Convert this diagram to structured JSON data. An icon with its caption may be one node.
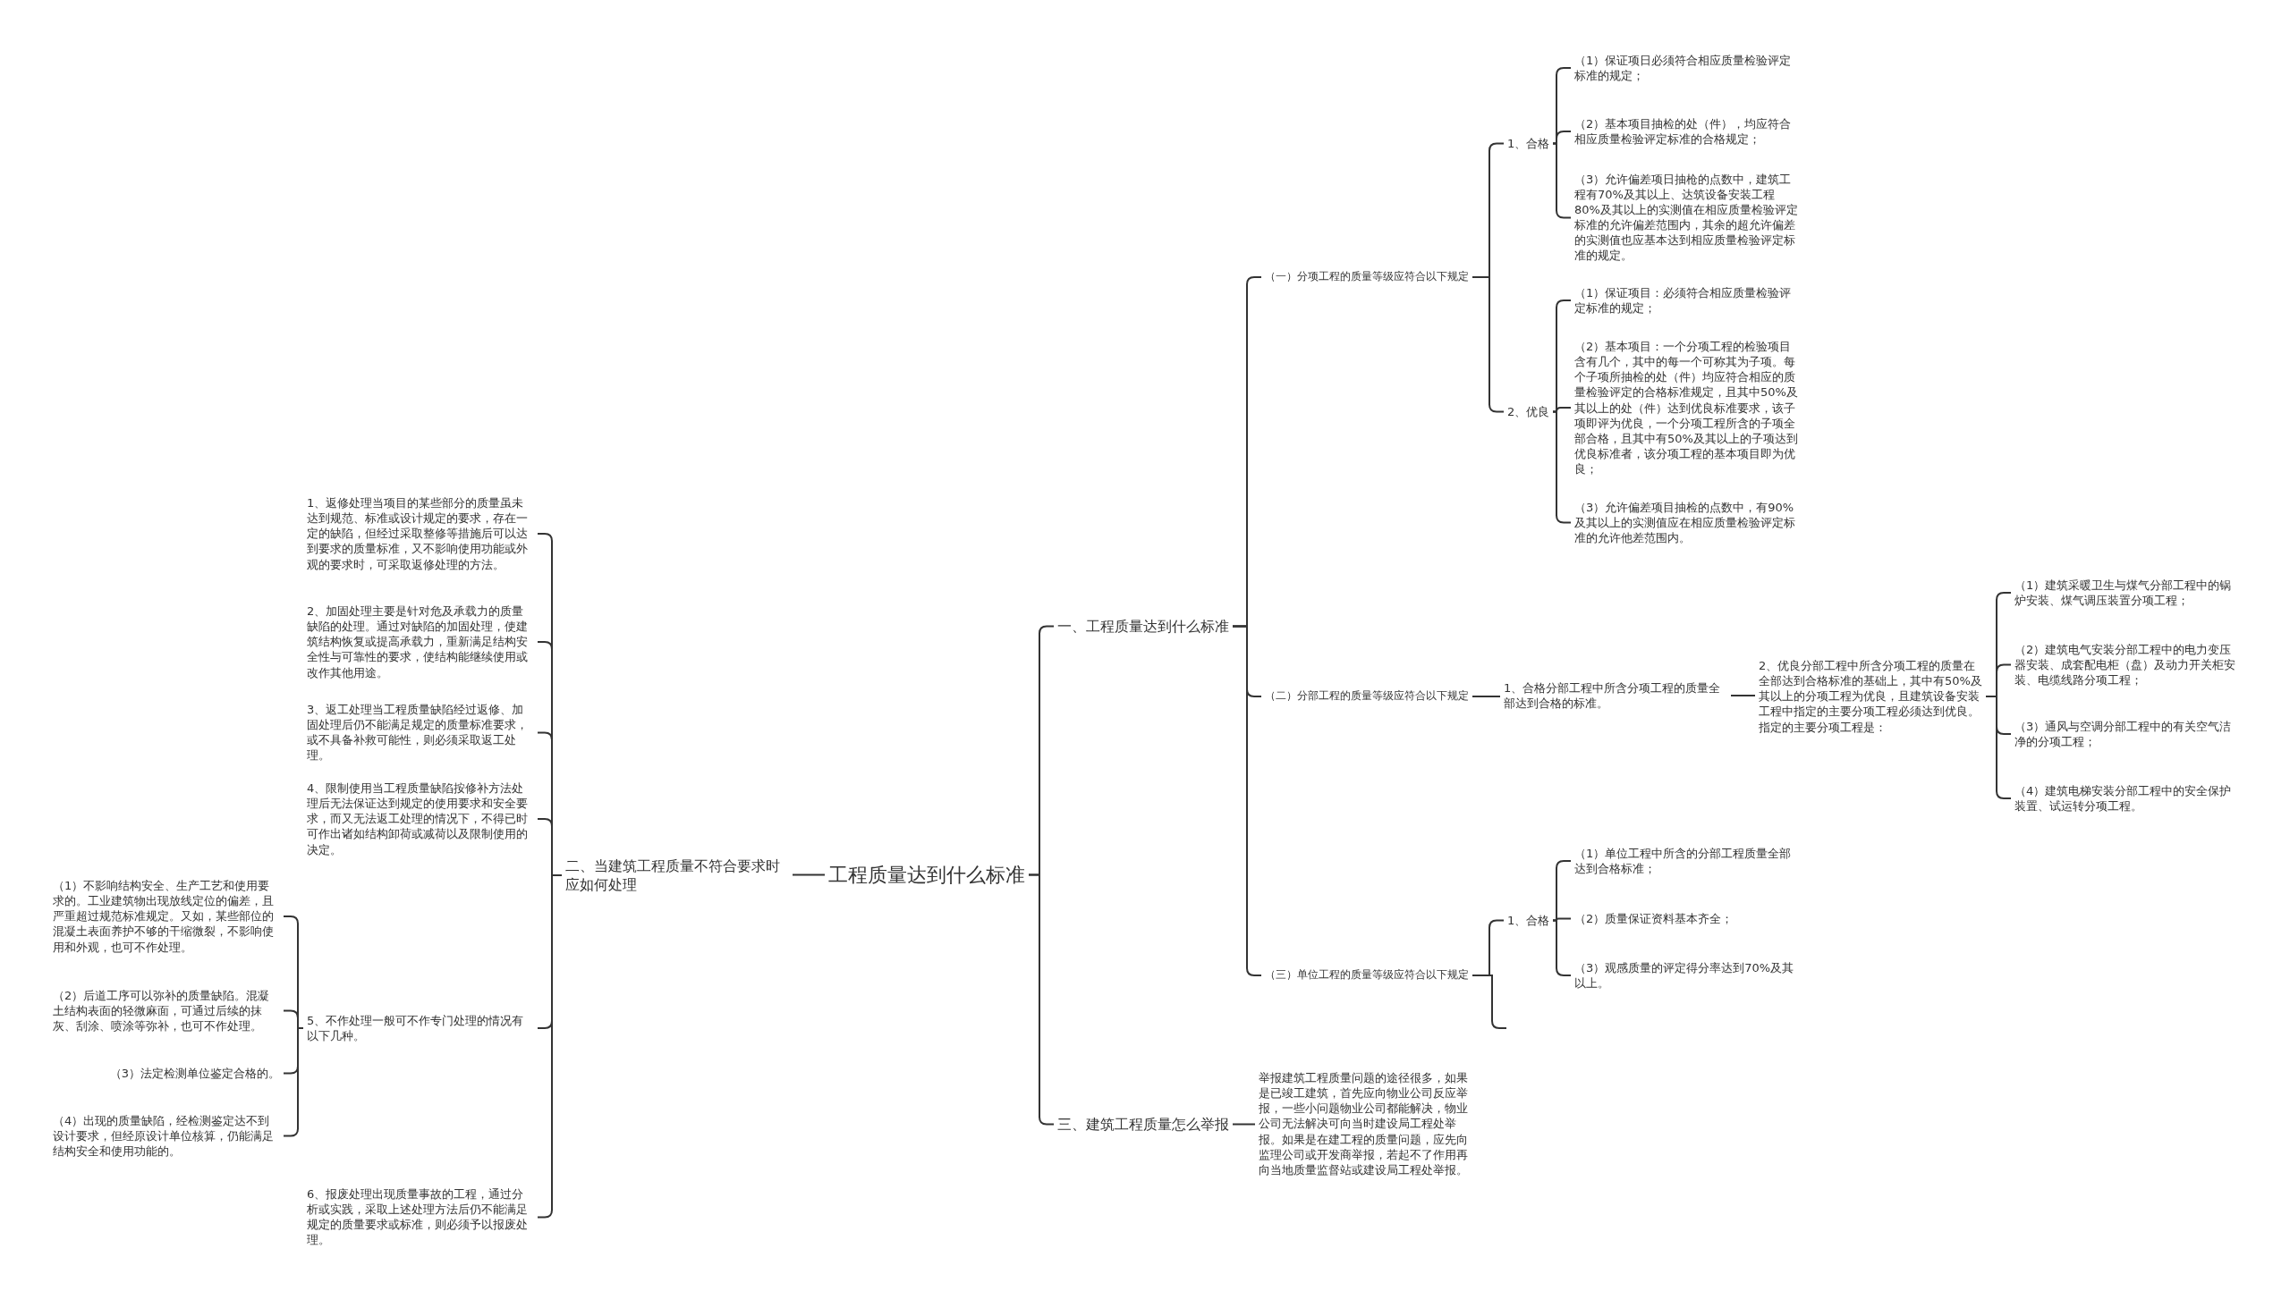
{
  "diagram": {
    "nodes": [
      {
        "text": [
          "工程质量达到什么标准"
        ]
      },
      {
        "text": [
          "一、工程质量达到什么标准"
        ]
      },
      {
        "text": [
          "（一）分项工程的质量等级应符合以下规定"
        ]
      },
      {
        "text": [
          "1、合格"
        ]
      },
      {
        "text": [
          "（1）保证项日必须符合相应质量检验评定标准的规定；"
        ]
      },
      {
        "text": [
          "（2）基本项目抽检的处（件），均应符合相应质量检验评定标准的合格规定；"
        ]
      },
      {
        "text": [
          "（3）允许偏差项日抽枪的点数中，建筑工程有70%及其以上、达筑设备安装工程80%及其以上的实测值在相应质量检验评定标准的允许偏差范围内，其余的超允许偏差的实测值也应基本达到相应质量检验评定标准的规定。"
        ]
      },
      {
        "text": [
          "2、优良"
        ]
      },
      {
        "text": [
          "（1）保证项目：必须符合相应质量检验评定标准的规定；"
        ]
      },
      {
        "text": [
          "（2）基本项目：一个分项工程的检验项目含有几个，其中的每一个可称其为子项。每个子项所抽检的处（件）均应符合相应的质量检验评定的合格标准规定，且其中50%及其以上的处（件）达到优良标准要求，该子项即评为优良，一个分项工程所含的子项全部合格，且其中有50%及其以上的子项达到优良标准者，该分项工程的基本项目即为优良；"
        ]
      },
      {
        "text": [
          "（3）允许偏差项目抽检的点数中，有90%及其以上的实测值应在相应质量检验评定标准的允许他差范围内。"
        ]
      },
      {
        "text": [
          "（二）分部工程的质量等级应符合以下规定"
        ]
      },
      {
        "text": [
          "1、合格分部工程中所含分项工程的质量全部达到合格的标准。"
        ]
      },
      {
        "text": [
          "2、优良分部工程中所含分项工程的质量在全部达到合格标准的基础上，其中有50%及其以上的分项工程为优良，且建筑设备安装工程中指定的主要分项工程必须达到优良。指定的主要分项工程是："
        ]
      },
      {
        "text": [
          "（1）建筑采暖卫生与煤气分部工程中的锅炉安装、煤气调压装置分项工程；"
        ]
      },
      {
        "text": [
          "（2）建筑电气安装分部工程中的电力变压器安装、成套配电柜（盘）及动力开关柜安装、电缆线路分项工程；"
        ]
      },
      {
        "text": [
          "（3）通风与空调分部工程中的有关空气洁净的分项工程；"
        ]
      },
      {
        "text": [
          "（4）建筑电梯安装分部工程中的安全保护装置、试运转分项工程。"
        ]
      },
      {
        "text": [
          "（三）单位工程的质量等级应符合以下规定"
        ]
      },
      {
        "text": [
          "1、合格"
        ]
      },
      {
        "text": [
          "（1）单位工程中所含的分部工程质量全部达到合格标准；"
        ]
      },
      {
        "text": [
          "（2）质量保证资料基本齐全；"
        ]
      },
      {
        "text": [
          "（3）观感质量的评定得分率达到70%及其以上。"
        ]
      },
      {
        "text": [
          "三、建筑工程质量怎么举报"
        ]
      },
      {
        "text": [
          "举报建筑工程质量问题的途径很多，如果是已竣工建筑，首先应向物业公司反应举报，一些小问题物业公司都能解决，物业公司无法解决可向当时建设局工程处举报。如果是在建工程的质量问题，应先向监理公司或开发商举报，若起不了作用再向当地质量监督站或建设局工程处举报。"
        ]
      },
      {
        "text": [
          "二、当建筑工程质量不符合要求时应如何处理"
        ]
      },
      {
        "text": [
          "1、返修处理当项目的某些部分的质量虽未达到规范、标准或设计规定的要求，存在一定的缺陷，但经过采取整修等措施后可以达到要求的质量标准，又不影响使用功能或外观的要求时，可采取返修处理的方法。"
        ]
      },
      {
        "text": [
          "2、加固处理主要是针对危及承载力的质量缺陷的处理。通过对缺陷的加固处理，使建筑结构恢复或提高承载力，重新满足结构安全性与可靠性的要求，使结构能继续使用或改作其他用途。"
        ]
      },
      {
        "text": [
          "3、返工处理当工程质量缺陷经过返修、加固处理后仍不能满足规定的质量标准要求，或不具备补救可能性，则必须采取返工处理。"
        ]
      },
      {
        "text": [
          "4、限制使用当工程质量缺陷按修补方法处理后无法保证达到规定的使用要求和安全要求，而又无法返工处理的情况下，不得已时可作出诸如结构卸荷或减荷以及限制使用的决定。"
        ]
      },
      {
        "text": [
          "5、不作处理一般可不作专门处理的情况有以下几种。"
        ]
      },
      {
        "text": [
          "（1）不影响结构安全、生产工艺和使用要求的。工业建筑物出现放线定位的偏差，且严重超过规范标准规定。又如，某些部位的混凝土表面养护不够的干缩微裂，不影响使用和外观，也可不作处理。"
        ]
      },
      {
        "text": [
          "（2）后道工序可以弥补的质量缺陷。混凝土结构表面的轻微麻面，可通过后续的抹灰、刮涂、喷涂等弥补，也可不作处理。"
        ]
      },
      {
        "text": [
          "（3）法定检测单位鉴定合格的。"
        ]
      },
      {
        "text": [
          "（4）出现的质量缺陷，经检测鉴定达不到设计要求，但经原设计单位核算，仍能满足结构安全和使用功能的。"
        ]
      },
      {
        "text": [
          "6、报废处理出现质量事故的工程，通过分析或实践，采取上述处理方法后仍不能满足规定的质量要求或标准，则必须予以报废处理。"
        ]
      }
    ],
    "edges": [
      {
        "from": 0,
        "to": 1,
        "arrow": "none"
      },
      {
        "from": 0,
        "to": 23,
        "arrow": "none"
      },
      {
        "from": 0,
        "to": 25,
        "arrow": "none"
      },
      {
        "from": 1,
        "to": 2,
        "arrow": "none"
      },
      {
        "from": 1,
        "to": 11,
        "arrow": "none"
      },
      {
        "from": 1,
        "to": 18,
        "arrow": "none"
      },
      {
        "from": 2,
        "to": 3,
        "arrow": "none"
      },
      {
        "from": 2,
        "to": 7,
        "arrow": "none"
      },
      {
        "from": 3,
        "to": 4,
        "arrow": "none"
      },
      {
        "from": 3,
        "to": 5,
        "arrow": "none"
      },
      {
        "from": 3,
        "to": 6,
        "arrow": "none"
      },
      {
        "from": 7,
        "to": 8,
        "arrow": "none"
      },
      {
        "from": 7,
        "to": 9,
        "arrow": "none"
      },
      {
        "from": 7,
        "to": 10,
        "arrow": "none"
      },
      {
        "from": 11,
        "to": 12,
        "arrow": "none"
      },
      {
        "from": 12,
        "to": 13,
        "arrow": "none"
      },
      {
        "from": 13,
        "to": 14,
        "arrow": "none"
      },
      {
        "from": 13,
        "to": 15,
        "arrow": "none"
      },
      {
        "from": 13,
        "to": 16,
        "arrow": "none"
      },
      {
        "from": 13,
        "to": 17,
        "arrow": "none"
      },
      {
        "from": 18,
        "to": 19,
        "arrow": "none"
      },
      {
        "from": 18,
        "to": null,
        "arrow": "none"
      },
      {
        "from": 19,
        "to": 20,
        "arrow": "none"
      },
      {
        "from": 19,
        "to": 21,
        "arrow": "none"
      },
      {
        "from": 19,
        "to": 22,
        "arrow": "none"
      },
      {
        "from": 23,
        "to": 24,
        "arrow": "none"
      },
      {
        "from": 25,
        "to": 26,
        "arrow": "none"
      },
      {
        "from": 25,
        "to": 27,
        "arrow": "none"
      },
      {
        "from": 25,
        "to": 28,
        "arrow": "none"
      },
      {
        "from": 25,
        "to": 29,
        "arrow": "none"
      },
      {
        "from": 25,
        "to": 30,
        "arrow": "none"
      },
      {
        "from": 25,
        "to": 35,
        "arrow": "none"
      },
      {
        "from": 30,
        "to": 31,
        "arrow": "none"
      },
      {
        "from": 30,
        "to": 32,
        "arrow": "none"
      },
      {
        "from": 30,
        "to": 33,
        "arrow": "none"
      },
      {
        "from": 30,
        "to": 34,
        "arrow": "none"
      }
    ]
  }
}
